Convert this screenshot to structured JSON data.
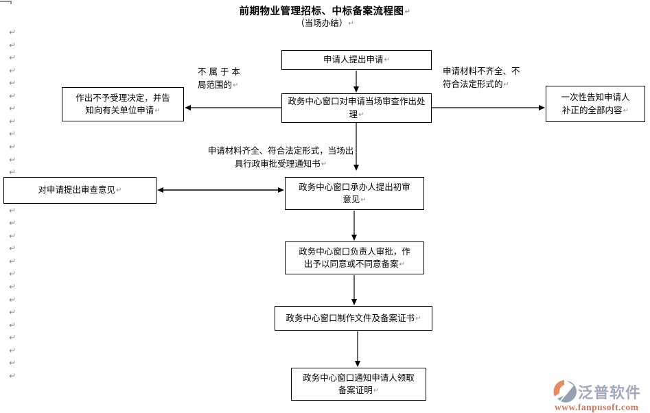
{
  "title": "前期物业管理招标、中标备案流程图",
  "subtitle": "（当场办结）",
  "marks": {
    "pilcrow": "↵",
    "left_margin_count": 28
  },
  "flow": {
    "apply": {
      "label": "申请人提出申请"
    },
    "review": {
      "line1": "政务中心窗口对申请当场审查作出处",
      "line2": "理"
    },
    "reject": {
      "line1": "作出不予受理决定，并告",
      "line2": "知向有关单位申请"
    },
    "notify": {
      "line1": "一次性告知申请人",
      "line2": "补正的全部内容"
    },
    "initial": {
      "line1": "政务中心窗口承办人提出初审",
      "line2": "意见"
    },
    "opinion": {
      "label": "对申请提出审查意见"
    },
    "approve": {
      "line1": "政务中心窗口负责人审批，作",
      "line2": "出予以同意或不同意备案"
    },
    "docs": {
      "label": "政务中心窗口制作文件及备案证书"
    },
    "collect": {
      "line1": "政务中心窗口通知申请人领取",
      "line2": "备案证明"
    }
  },
  "labels": {
    "not_in_scope": {
      "line1": "不 属 于 本",
      "line2": "局范围的"
    },
    "incomplete": {
      "line1": "申请材料不齐全、不",
      "line2": "符合法定形式的"
    },
    "complete": {
      "line1": "申请材料齐全、符合法定形式，当场出",
      "line2": "具行政审批受理通知书"
    }
  },
  "watermark": {
    "brand": "泛普软件",
    "url": "www.fanpusoft.com",
    "brand_color": "#98a2b6",
    "url_color": "#c9694c",
    "logo_orange": "#e57f52",
    "logo_gray": "#8b96a9"
  }
}
